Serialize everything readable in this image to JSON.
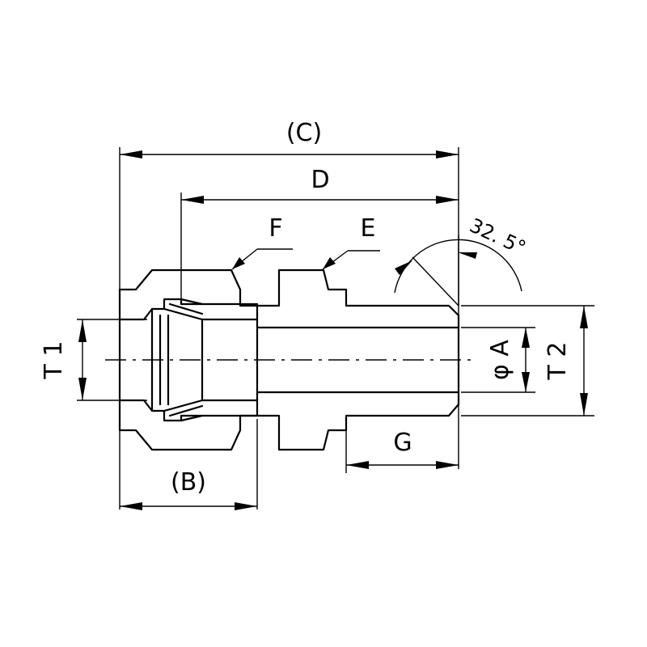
{
  "labels": {
    "C": "(C)",
    "D": "D",
    "F": "F",
    "E": "E",
    "angle": "32. 5°",
    "T1": "T 1",
    "phiA": "φ A",
    "T2": "T 2",
    "G": "G",
    "B": "(B)"
  }
}
